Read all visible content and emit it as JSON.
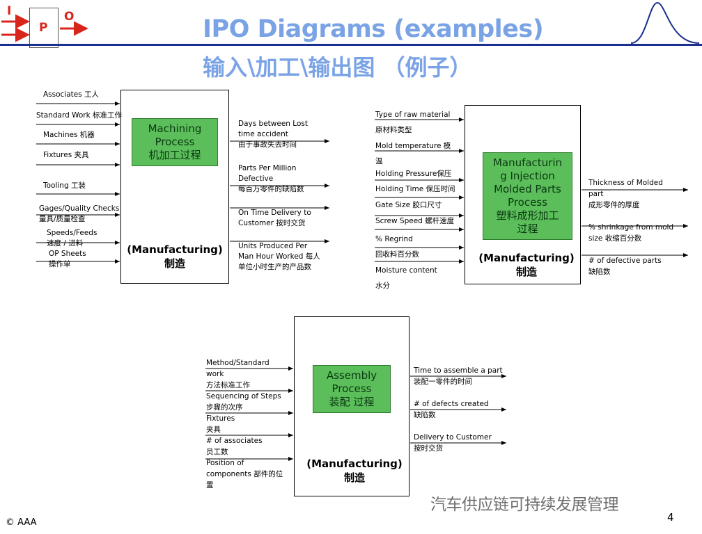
{
  "logo": {
    "input": "I",
    "process": "P",
    "output": "O"
  },
  "title": {
    "en": "IPO Diagrams (examples)",
    "zh": "输入\\加工\\输出图 （例子）"
  },
  "diagrams": [
    {
      "id": "machining",
      "process": "Machining\nProcess\n机加工过程",
      "footer": "(Manufacturing)\n制造",
      "inputs": [
        "Associates 工人",
        "Standard Work 标准工作",
        "Machines 机器",
        "Fixtures  夹具",
        "Tooling 工装",
        "Gages/Quality Checks\n量具/质量检查",
        "Speeds/Feeds\n速度 / 进料",
        "OP Sheets\n操作单"
      ],
      "outputs": [
        "Days between Lost\ntime accident\n由于事故失去时间",
        "Parts Per Million\nDefective\n每百万零件的缺陷数",
        "On Time Delivery to\nCustomer 按时交货",
        "Units Produced Per\nMan Hour Worked 每人\n单位小时生产的产品数"
      ]
    },
    {
      "id": "injection",
      "process": "Manufacturin\ng Injection\nMolded Parts\nProcess\n塑料成形加工\n过程",
      "footer": "(Manufacturing)\n制造",
      "inputs": [
        "Type of raw material\n原材料类型",
        "Mold temperature 模\n温",
        "Holding Pressure保压",
        "Holding Time 保压时间",
        "Gate Size  胶口尺寸",
        "Screw Speed 螺杆速度",
        "% Regrind\n回收料百分数",
        "Moisture content\n水分"
      ],
      "outputs": [
        "Thickness of Molded\npart\n成形零件的厚度",
        "% shrinkage from mold\nsize   收缩百分数",
        "# of defective parts\n缺陷数"
      ]
    },
    {
      "id": "assembly",
      "process": "Assembly\nProcess\n装配 过程",
      "footer": "(Manufacturing)\n制造",
      "inputs": [
        "Method/Standard\nwork\n方法标准工作",
        "Sequencing of Steps\n步骤的次序",
        "Fixtures\n夹具",
        " # of associates\n员工数",
        "Position of\ncomponents 部件的位\n置"
      ],
      "outputs": [
        "Time to assemble a part\n装配一零件的时间",
        "# of defects created\n缺陷数",
        "Delivery to Customer\n按时交货"
      ]
    }
  ],
  "footer": {
    "copyright": "© AAA",
    "page": "4",
    "watermark": "汽车供应链可持续发展管理"
  },
  "colors": {
    "title": "#7aa3e6",
    "rule": "#1b2f8f",
    "logo": "#d9261c",
    "process_fill": "#5cbe5a"
  }
}
